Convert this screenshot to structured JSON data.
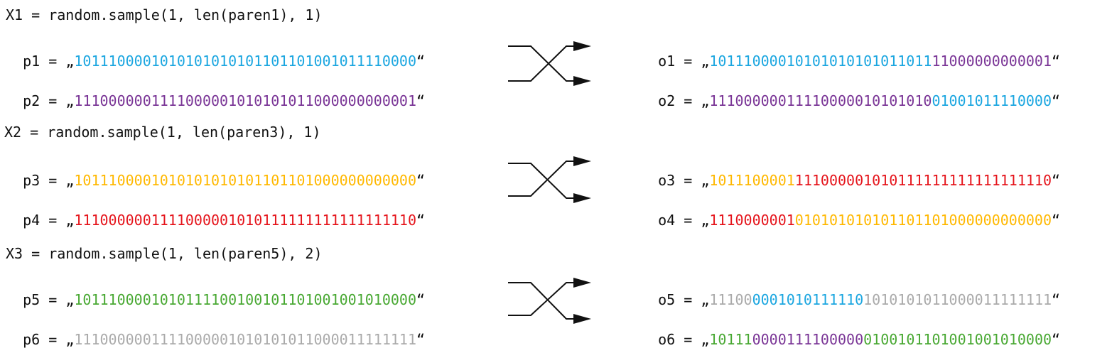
{
  "colors": {
    "blue": "#1BA6E0",
    "purple": "#7A3596",
    "yellow": "#FFB800",
    "red": "#E5141B",
    "green": "#48A832",
    "gray": "#AAAAAA",
    "black": "#111111"
  },
  "blocks": [
    {
      "code": "X1 = random.sample(1, len(paren1), 1)",
      "parents": [
        {
          "label": "p1 = ",
          "open": "„",
          "close": "“",
          "segments": [
            {
              "text": "1011100001010101010101101101001011110000",
              "color": "blue"
            }
          ]
        },
        {
          "label": "p2 = ",
          "open": "„",
          "close": "“",
          "segments": [
            {
              "text": "1110000001111000001010101011000000000001",
              "color": "purple"
            }
          ]
        }
      ],
      "offspring": [
        {
          "label": "o1 = ",
          "open": "„",
          "close": "“",
          "segments": [
            {
              "text": "10111000010101010101011011",
              "color": "blue"
            },
            {
              "text": "11000000000001",
              "color": "purple"
            }
          ]
        },
        {
          "label": "o2 = ",
          "open": "„",
          "close": "“",
          "segments": [
            {
              "text": "11100000011110000010101010",
              "color": "purple"
            },
            {
              "text": "01001011110000",
              "color": "blue"
            }
          ]
        }
      ]
    },
    {
      "code": "X2 = random.sample(1, len(paren3), 1)",
      "parents": [
        {
          "label": "p3 = ",
          "open": "„",
          "close": "“",
          "segments": [
            {
              "text": "1011100001010101010101101101000000000000",
              "color": "yellow"
            }
          ]
        },
        {
          "label": "p4 = ",
          "open": "„",
          "close": "“",
          "segments": [
            {
              "text": "1110000001111000001010111111111111111110",
              "color": "red"
            }
          ]
        }
      ],
      "offspring": [
        {
          "label": "o3 = ",
          "open": "„",
          "close": "“",
          "segments": [
            {
              "text": "1011100001",
              "color": "yellow"
            },
            {
              "text": "111000001010111111111111111110",
              "color": "red"
            }
          ]
        },
        {
          "label": "o4 = ",
          "open": "„",
          "close": "“",
          "segments": [
            {
              "text": "1110000001",
              "color": "red"
            },
            {
              "text": "010101010101101101000000000000",
              "color": "yellow"
            }
          ]
        }
      ]
    },
    {
      "code": "X3 = random.sample(1, len(paren5), 2)",
      "parents": [
        {
          "label": "p5 = ",
          "open": "„",
          "close": "“",
          "segments": [
            {
              "text": "1011100001010111100100101101001001010000",
              "color": "green"
            }
          ]
        },
        {
          "label": "p6 = ",
          "open": "„",
          "close": "“",
          "segments": [
            {
              "text": "1110000001111000001010101011000011111111",
              "color": "gray"
            }
          ]
        }
      ],
      "offspring": [
        {
          "label": "o5 = ",
          "open": "„",
          "close": "“",
          "segments": [
            {
              "text": "11100",
              "color": "gray"
            },
            {
              "text": "0001010111110",
              "color": "blue"
            },
            {
              "text": "1010101011000011111111",
              "color": "gray"
            }
          ]
        },
        {
          "label": "o6 = ",
          "open": "„",
          "close": "“",
          "segments": [
            {
              "text": "10111",
              "color": "green"
            },
            {
              "text": "0000111100000",
              "color": "purple"
            },
            {
              "text": "0100101101001001010000",
              "color": "green"
            }
          ]
        }
      ]
    }
  ]
}
